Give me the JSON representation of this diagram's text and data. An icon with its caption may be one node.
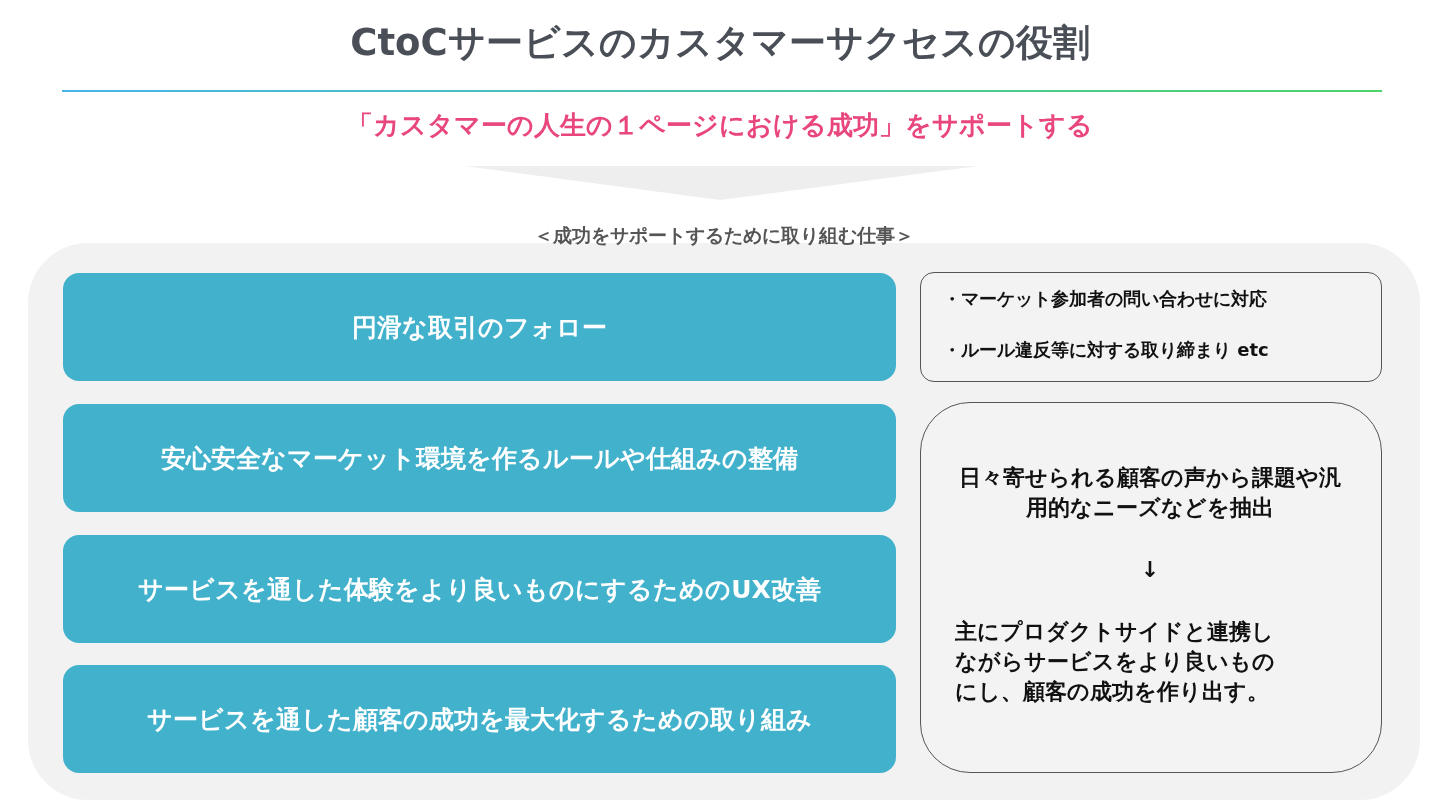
{
  "diagram": {
    "title": "CtoCサービスのカスタマーサクセスの役割",
    "nodes": [
      {
        "text": [
          "＜成功をサポートするために取り組む仕事＞"
        ]
      },
      {
        "text": [
          "円滑な取引のフォロー"
        ],
        "in": 0
      },
      {
        "text": [
          "・マーケット参加者の問い合わせに対応",
          "・ルール違反等に対する取り締まり etc"
        ],
        "in": 0
      },
      {
        "text": [
          "安心安全なマーケット環境を作るルールや仕組みの整備"
        ],
        "in": 0
      },
      {
        "text": [
          "日々寄せられる顧客の声から課題や汎用的なニーズなどを抽出",
          "↓",
          "主にプロダクトサイドと連携しながらサービスをより良いものにし、顧客の成功を作り出す。"
        ],
        "in": 0
      },
      {
        "text": [
          "サービスを通した体験をより良いものにするためのUX改善"
        ],
        "in": 0
      },
      {
        "text": [
          "サービスを通した顧客の成功を最大化するための取り組み"
        ],
        "in": 0
      }
    ],
    "labels": [
      "「カスタマーの人生の１ページにおける成功」をサポートする"
    ]
  }
}
